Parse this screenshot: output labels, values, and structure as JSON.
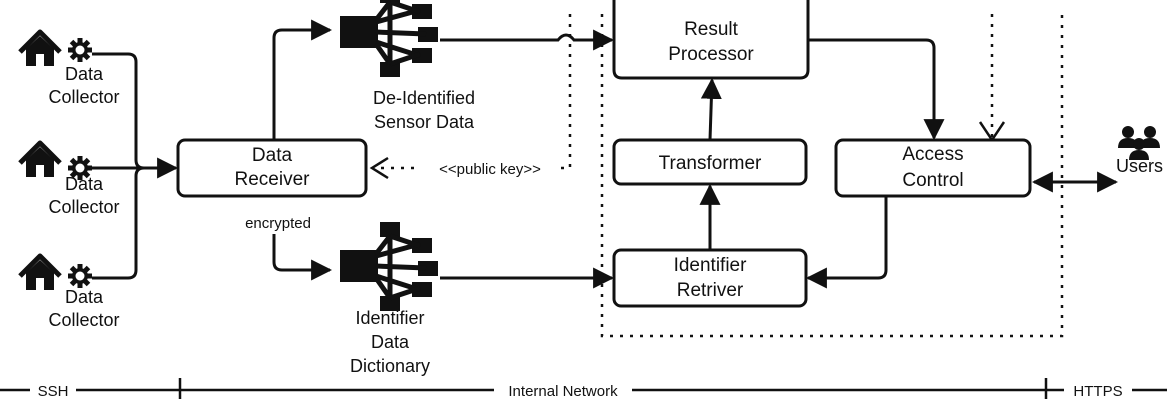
{
  "collectors": [
    {
      "line1": "Data",
      "line2": "Collector"
    },
    {
      "line1": "Data",
      "line2": "Collector"
    },
    {
      "line1": "Data",
      "line2": "Collector"
    }
  ],
  "data_receiver": {
    "line1": "Data",
    "line2": "Receiver"
  },
  "encrypted_label": "encrypted",
  "public_key_label": "<<public key>>",
  "deidentified_store": {
    "line1": "De-Identified",
    "line2": "Sensor Data"
  },
  "identifier_dictionary": {
    "line1": "Identifier",
    "line2": "Data",
    "line3": "Dictionary"
  },
  "result_processor": {
    "line1": "Result",
    "line2": "Processor"
  },
  "transformer": {
    "label": "Transformer"
  },
  "identifier_retriver": {
    "line1": "Identifier",
    "line2": "Retriver"
  },
  "access_control": {
    "line1": "Access",
    "line2": "Control"
  },
  "users": {
    "label": "Users"
  },
  "zones": {
    "ssh": "SSH",
    "internal": "Internal Network",
    "https": "HTTPS"
  },
  "icons": {
    "house": "house-icon",
    "gear": "gear-icon",
    "database": "database-icon",
    "users": "users-group-icon"
  },
  "colors": {
    "ink": "#111111",
    "background": "#ffffff"
  }
}
